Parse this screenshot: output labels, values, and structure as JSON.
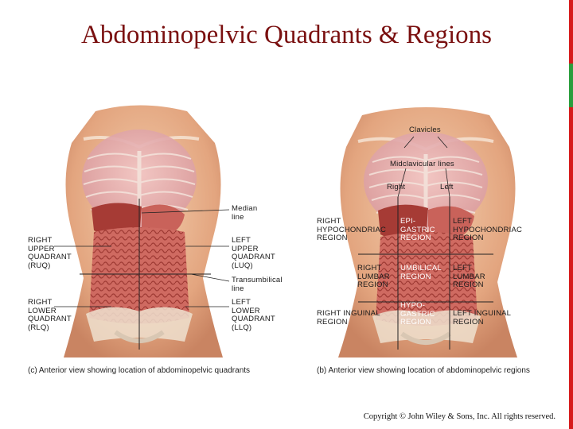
{
  "title": "Abdominopelvic Quadrants & Regions",
  "colors": {
    "title": "#7a1010",
    "edge_red": "#d61b1b",
    "edge_green": "#2a9d3c",
    "skin": "#e9b48f",
    "organ": "#c7544d"
  },
  "left_figure": {
    "labels": {
      "median_line": "Median\nline",
      "ruq": "RIGHT\nUPPER\nQUADRANT\n(RUQ)",
      "luq": "LEFT\nUPPER\nQUADRANT\n(LUQ)",
      "transumbilical": "Transumbilical\nline",
      "rlq": "RIGHT\nLOWER\nQUADRANT\n(RLQ)",
      "llq": "LEFT\nLOWER\nQUADRANT\n(LLQ)"
    },
    "caption": "(c) Anterior view showing location of abdominopelvic quadrants"
  },
  "right_figure": {
    "labels": {
      "clavicles": "Clavicles",
      "midclavicular": "Midclavicular lines",
      "right": "Right",
      "left": "Left",
      "right_hypochondriac": "RIGHT\nHYPOCHONDRIAC\nREGION",
      "epigastric": "EPI-\nGASTRIC\nREGION",
      "left_hypochondriac": "LEFT\nHYPOCHONDRIAC\nREGION",
      "right_lumbar": "RIGHT\nLUMBAR\nREGION",
      "umbilical": "UMBILICAL\nREGION",
      "left_lumbar": "LEFT\nLUMBAR\nREGION",
      "right_inguinal": "RIGHT INGUINAL\nREGION",
      "hypogastric": "HYPO-\nGASTRIC\nREGION",
      "left_inguinal": "LEFT INGUINAL\nREGION"
    },
    "caption": "(b) Anterior view showing location of abdominopelvic regions"
  },
  "copyright": "Copyright © John Wiley & Sons, Inc. All rights reserved."
}
